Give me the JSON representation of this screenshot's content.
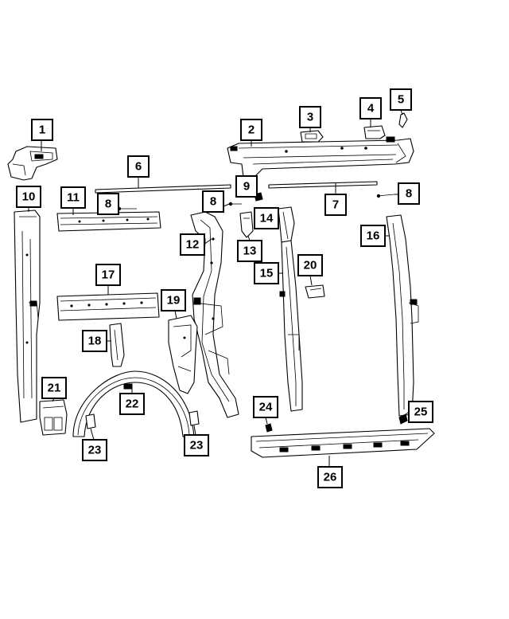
{
  "callouts": [
    {
      "id": "c1",
      "label": "1"
    },
    {
      "id": "c2",
      "label": "2"
    },
    {
      "id": "c3",
      "label": "3"
    },
    {
      "id": "c4",
      "label": "4"
    },
    {
      "id": "c5",
      "label": "5"
    },
    {
      "id": "c6",
      "label": "6"
    },
    {
      "id": "c7",
      "label": "7"
    },
    {
      "id": "c8a",
      "label": "8"
    },
    {
      "id": "c8b",
      "label": "8"
    },
    {
      "id": "c8c",
      "label": "8"
    },
    {
      "id": "c9",
      "label": "9"
    },
    {
      "id": "c10",
      "label": "10"
    },
    {
      "id": "c11",
      "label": "11"
    },
    {
      "id": "c12",
      "label": "12"
    },
    {
      "id": "c13",
      "label": "13"
    },
    {
      "id": "c14",
      "label": "14"
    },
    {
      "id": "c15",
      "label": "15"
    },
    {
      "id": "c16",
      "label": "16"
    },
    {
      "id": "c17",
      "label": "17"
    },
    {
      "id": "c18",
      "label": "18"
    },
    {
      "id": "c19",
      "label": "19"
    },
    {
      "id": "c20",
      "label": "20"
    },
    {
      "id": "c21",
      "label": "21"
    },
    {
      "id": "c22",
      "label": "22"
    },
    {
      "id": "c23a",
      "label": "23"
    },
    {
      "id": "c23b",
      "label": "23"
    },
    {
      "id": "c24",
      "label": "24"
    },
    {
      "id": "c25",
      "label": "25"
    },
    {
      "id": "c26",
      "label": "26"
    }
  ]
}
